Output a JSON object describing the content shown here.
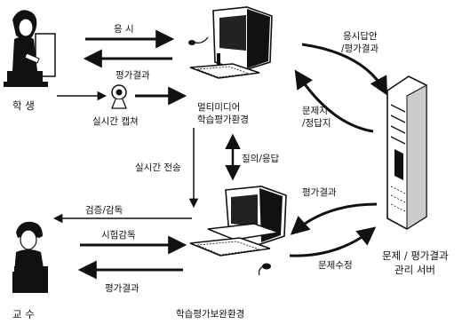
{
  "labels": {
    "student": "학 생",
    "professor": "교 수",
    "capture": "실시간 캡쳐",
    "multimedia_line1": "멀티미디어",
    "multimedia_line2": "학습평가환경",
    "secure_env": "학습평가보완환경",
    "server_line1": "문제 / 평가결과",
    "server_line2": "관리 서버",
    "apply": "응 시",
    "result_to_student": "평가결과",
    "realtime_transfer": "실시간 전송",
    "qa": "질의/응답",
    "answer_line1": "응시답안",
    "answer_line2": "/평가결과",
    "question_line1": "문제지",
    "question_line2": "/정답지",
    "result_to_secure": "평가결과",
    "question_edit": "문제수정",
    "verify": "검증/감독",
    "exam_supervise": "시험감독",
    "result_to_professor": "평가결과"
  },
  "colors": {
    "ink": "#111111",
    "screen": "#222222",
    "paper": "#ffffff"
  }
}
